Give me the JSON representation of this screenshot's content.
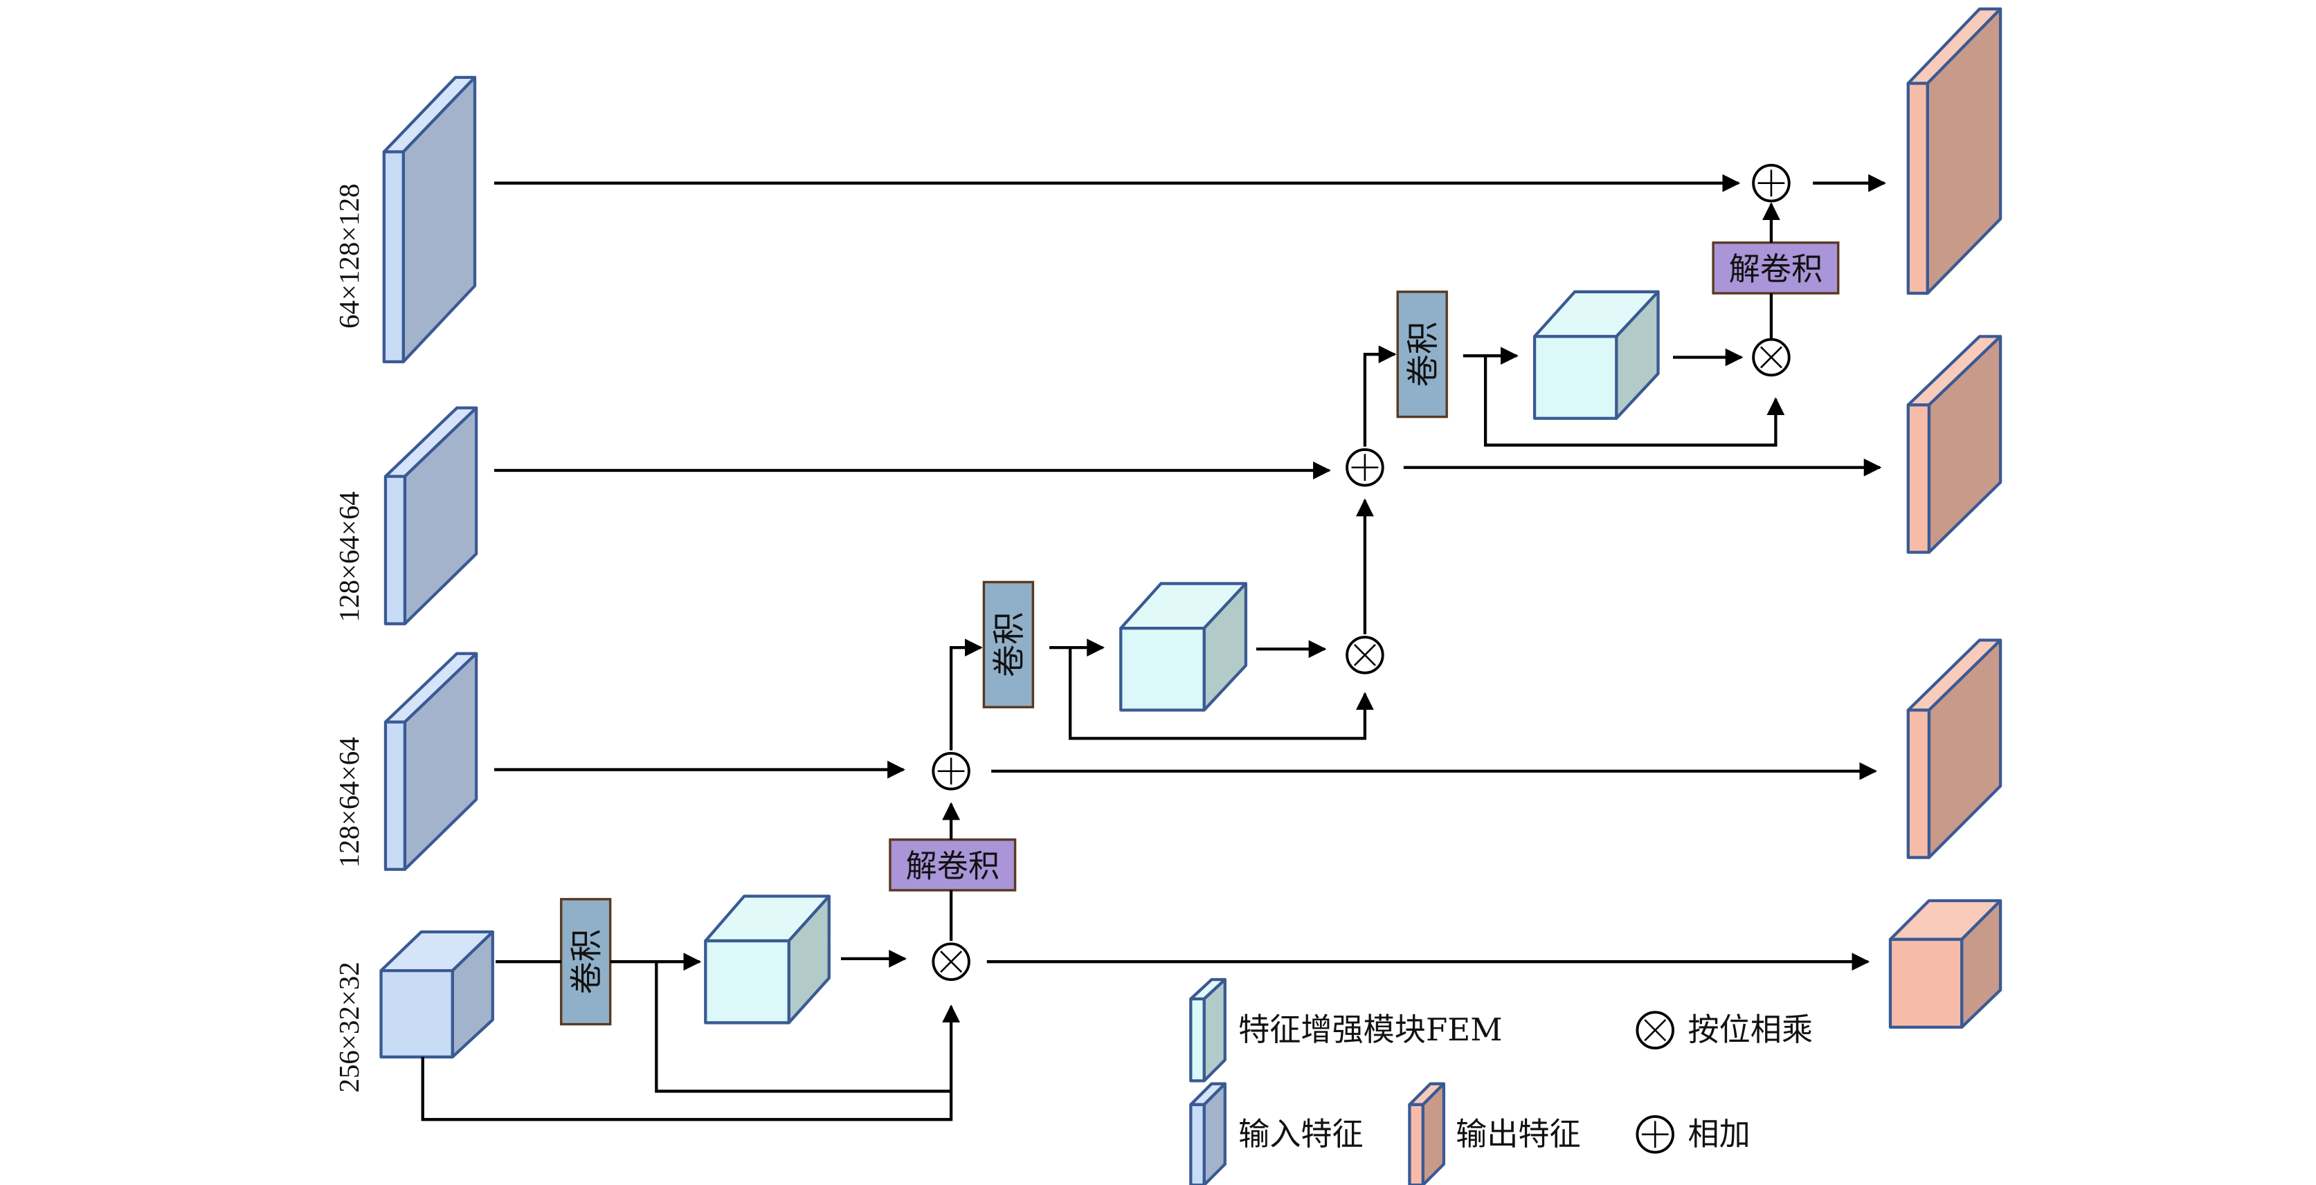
{
  "diagram": {
    "title": "",
    "input_labels": [
      "64×128×128",
      "128×64×64",
      "128×64×64",
      "256×32×32"
    ],
    "block_labels": {
      "conv": "卷积",
      "deconv": "解卷积"
    },
    "legend": {
      "fem": "特征增强模块FEM",
      "multiply": "按位相乘",
      "input": "输入特征",
      "output": "输出特征",
      "add": "相加"
    },
    "colors": {
      "input_front": "#c9dcf6",
      "input_side": "#a3b3cc",
      "input_top": "#d6e4fa",
      "fem_front": "#ddf8f8",
      "fem_side": "#b3cbc8",
      "fem_top": "#e2f9f9",
      "output_front": "#f7bca9",
      "output_side": "#c89a8a",
      "output_top": "#f9cbbb",
      "conv": "#8fb0c8",
      "deconv": "#a995d8",
      "outline": "#3a5a94"
    },
    "operators": {
      "add_symbol": "⊕",
      "multiply_symbol": "⊗"
    }
  }
}
